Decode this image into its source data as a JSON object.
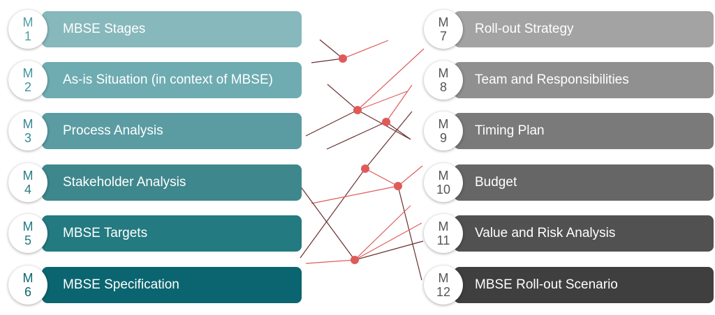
{
  "left_modules": [
    {
      "letter": "M",
      "number": "1",
      "label": "MBSE Stages",
      "color": "#87b8bc",
      "text_color": "#4b9ea6"
    },
    {
      "letter": "M",
      "number": "2",
      "label": "As-is Situation (in context of MBSE)",
      "color": "#6eacb1",
      "text_color": "#3e949c"
    },
    {
      "letter": "M",
      "number": "3",
      "label": "Process Analysis",
      "color": "#5a9ca2",
      "text_color": "#35878f"
    },
    {
      "letter": "M",
      "number": "4",
      "label": "Stakeholder Analysis",
      "color": "#3e878c",
      "text_color": "#2b7c83"
    },
    {
      "letter": "M",
      "number": "5",
      "label": "MBSE Targets",
      "color": "#237a80",
      "text_color": "#237a80"
    },
    {
      "letter": "M",
      "number": "6",
      "label": "MBSE Specification",
      "color": "#0b6570",
      "text_color": "#0b6570"
    }
  ],
  "right_modules": [
    {
      "letter": "M",
      "number": "7",
      "label": "Roll-out Strategy",
      "color": "#a3a3a3",
      "text_color": "#555555"
    },
    {
      "letter": "M",
      "number": "8",
      "label": "Team and Responsibilities",
      "color": "#909090",
      "text_color": "#555555"
    },
    {
      "letter": "M",
      "number": "9",
      "label": "Timing Plan",
      "color": "#7a7a7a",
      "text_color": "#555555"
    },
    {
      "letter": "M",
      "number": "10",
      "label": "Budget",
      "color": "#666666",
      "text_color": "#555555"
    },
    {
      "letter": "M",
      "number": "11",
      "label": "Value and Risk Analysis",
      "color": "#515151",
      "text_color": "#555555"
    },
    {
      "letter": "M",
      "number": "12",
      "label": "MBSE Roll-out Scenario",
      "color": "#3f3f3f",
      "text_color": "#555555"
    }
  ],
  "connector_colors": {
    "dark": "#6a2f2f",
    "red": "#e05a5a",
    "node": "#e05a5a"
  }
}
